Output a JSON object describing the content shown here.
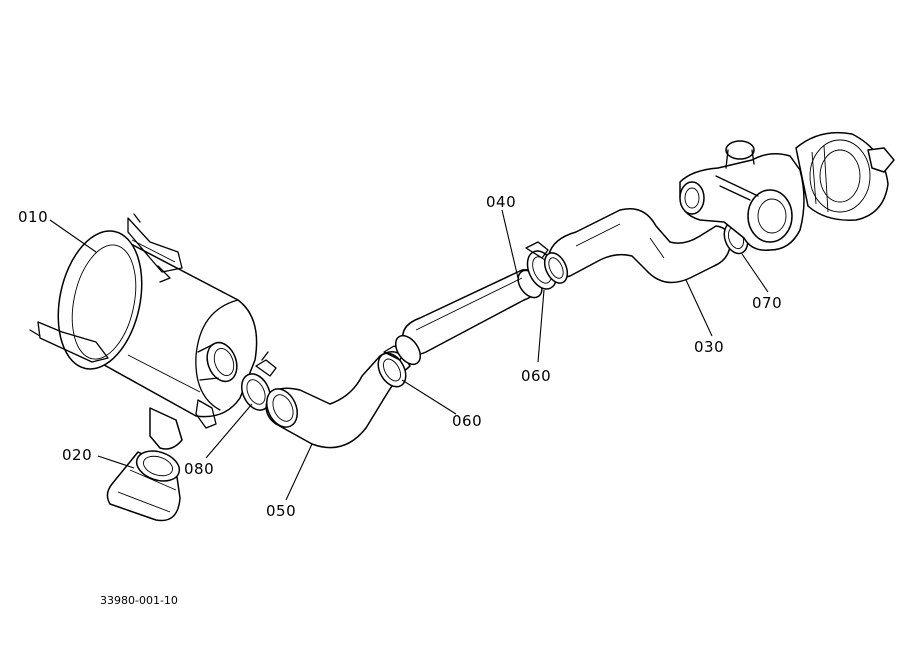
{
  "labels": {
    "p010": "010",
    "p020": "020",
    "p030": "030",
    "p040": "040",
    "p050": "050",
    "p060a": "060",
    "p060b": "060",
    "p070": "070",
    "p080": "080"
  },
  "drawing_code": "33980-001-10"
}
